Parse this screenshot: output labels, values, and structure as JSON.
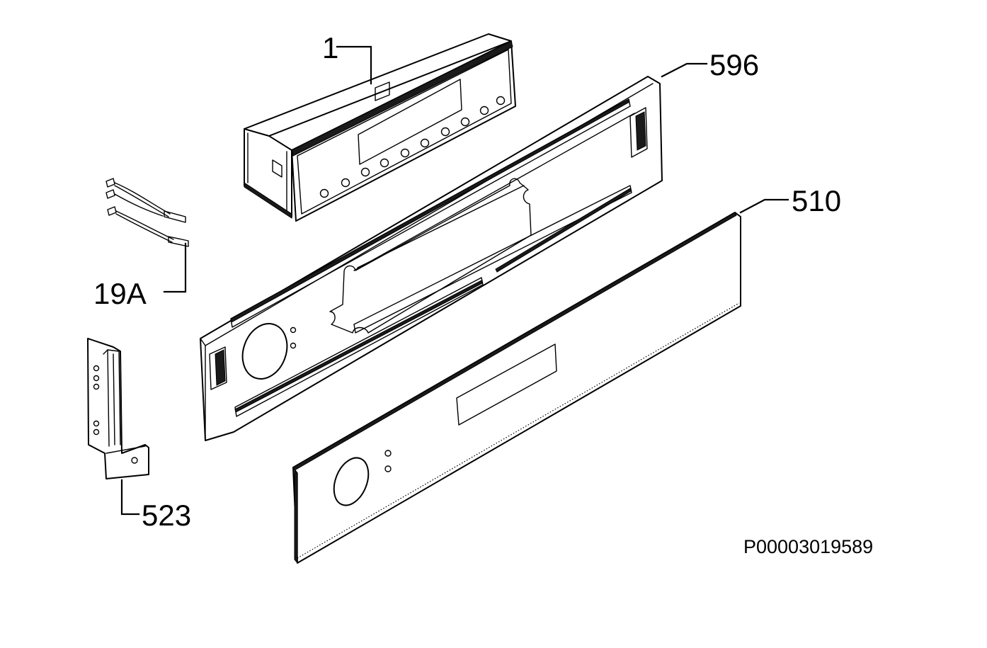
{
  "parts": [
    {
      "id": "control-module",
      "label": "1"
    },
    {
      "id": "control-panel-frame",
      "label": "596"
    },
    {
      "id": "front-panel",
      "label": "510"
    },
    {
      "id": "cable-connector",
      "label": "19A"
    },
    {
      "id": "side-bracket",
      "label": "523"
    }
  ],
  "drawing_code": "P00003019589"
}
